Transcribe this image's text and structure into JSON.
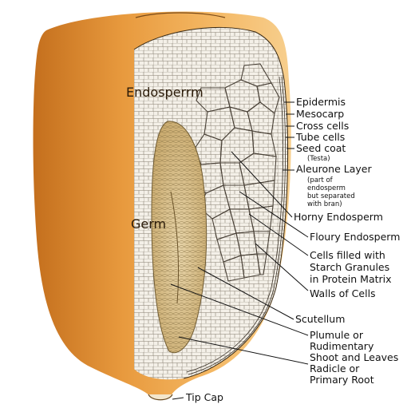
{
  "region_labels": {
    "endosperm": "Endosperrm",
    "germ": "Germ"
  },
  "labels": {
    "epidermis": "Epidermis",
    "mesocarp": "Mesocarp",
    "cross_cells": "Cross cells",
    "tube_cells": "Tube cells",
    "seed_coat": "Seed coat",
    "seed_coat_note": "(Testa)",
    "aleurone": "Aleurone Layer",
    "aleurone_note_1": "(part of",
    "aleurone_note_2": "endosperm",
    "aleurone_note_3": "but separated",
    "aleurone_note_4": "with bran)",
    "horny_endosperm": "Horny Endosperm",
    "floury_endosperm": "Floury Endosperm",
    "cells_filled_1": "Cells filled with",
    "cells_filled_2": "Starch Granules",
    "cells_filled_3": "in Protein Matrix",
    "walls_of_cells": "Walls of Cells",
    "scutellum": "Scutellum",
    "plumule_1": "Plumule or",
    "plumule_2": "Rudimentary",
    "plumule_3": "Shoot and Leaves",
    "radicle_1": "Radicle or",
    "radicle_2": "Primary Root",
    "tip_cap": "Tip Cap"
  },
  "colors": {
    "kernel_light": "#f2b25c",
    "kernel_dark": "#c9741d",
    "cut_surface": "#f4f0e8",
    "cell_lines": "#4a4238",
    "germ_fill": "#dcc79a"
  }
}
